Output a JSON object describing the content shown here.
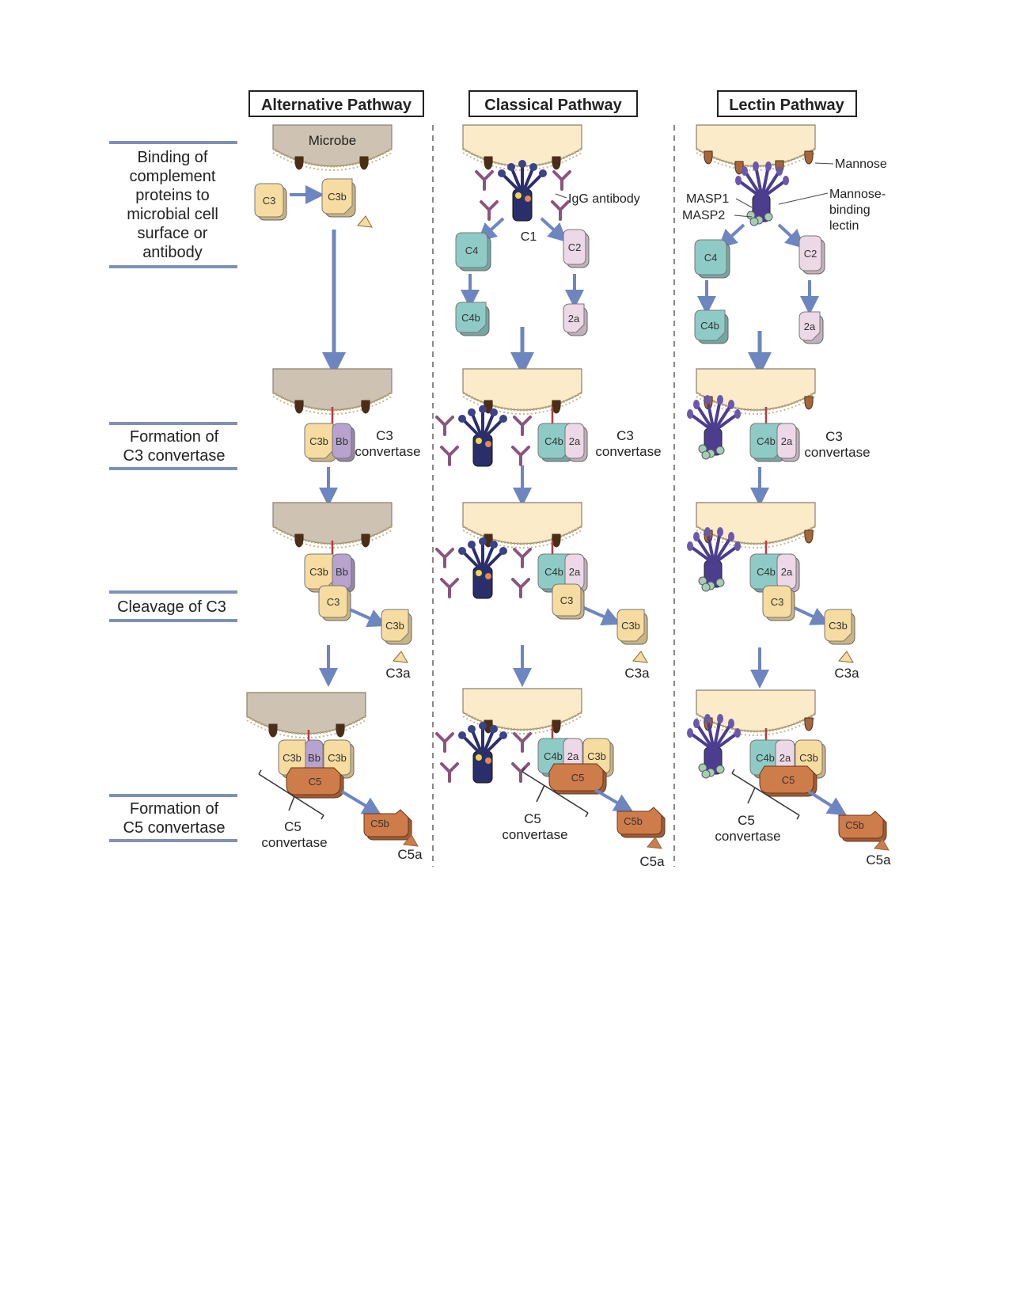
{
  "headers": {
    "alternative": "Alternative Pathway",
    "classical": "Classical Pathway",
    "lectin": "Lectin Pathway"
  },
  "stages": {
    "binding": [
      "Binding of",
      "complement",
      "proteins to",
      "microbial cell",
      "surface or",
      "antibody"
    ],
    "c3_convertase": [
      "Formation of",
      "C3 convertase"
    ],
    "cleavage": [
      "Cleavage of C3"
    ],
    "c5_convertase": [
      "Formation of",
      "C5 convertase"
    ]
  },
  "labels": {
    "microbe": "Microbe",
    "igg": "IgG antibody",
    "c1": "C1",
    "mannose": "Mannose",
    "masp1": "MASP1",
    "masp2": "MASP2",
    "mbl": [
      "Mannose-",
      "binding",
      "lectin"
    ],
    "c3_conv": [
      "C3",
      "convertase"
    ],
    "c5_conv": [
      "C5",
      "convertase"
    ],
    "c3a": "C3a",
    "c5a": "C5a"
  },
  "proteins": {
    "C3": "C3",
    "C3b": "C3b",
    "Bb": "Bb",
    "C4": "C4",
    "C4b": "C4b",
    "C2": "C2",
    "2a": "2a",
    "C5": "C5",
    "C5b": "C5b"
  },
  "colors": {
    "arrow": "#6e86c0",
    "microbe_alt": "#cec2b2",
    "microbe_host": "#fbebc9",
    "c3": "#f7dca1",
    "bb": "#b7a3cd",
    "c4": "#8fcbc6",
    "c2": "#ecd8e6",
    "c5": "#cf7c4b",
    "antibody": "#8a557d",
    "lectin": "#4d3d8e"
  }
}
